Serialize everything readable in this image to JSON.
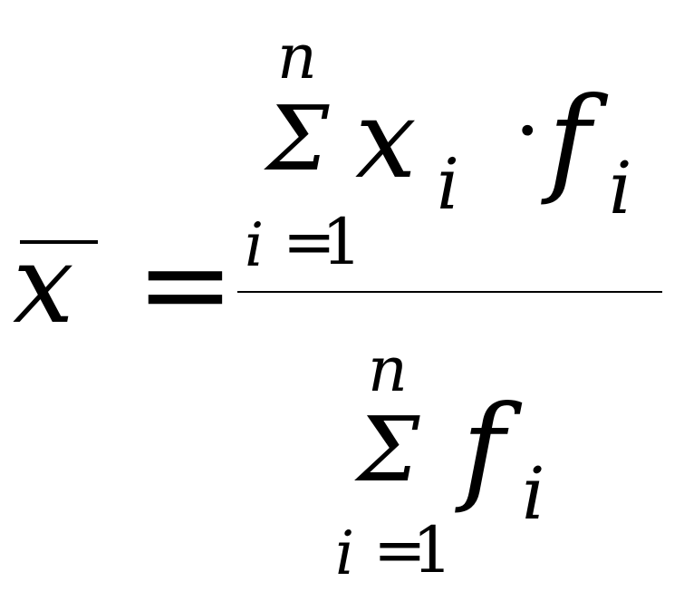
{
  "formula": {
    "lhs": {
      "variable": "x",
      "equals": "="
    },
    "numerator": {
      "sum_symbol": "Σ",
      "upper_limit": "n",
      "lower_index": "i",
      "lower_equals": "=",
      "lower_value": "1",
      "term_x": "x",
      "term_x_subscript": "i",
      "operator": "·",
      "term_f": "f",
      "term_f_subscript": "i"
    },
    "denominator": {
      "sum_symbol": "Σ",
      "upper_limit": "n",
      "lower_index": "i",
      "lower_equals": "=",
      "lower_value": "1",
      "term_f": "f",
      "term_f_subscript": "i"
    }
  }
}
